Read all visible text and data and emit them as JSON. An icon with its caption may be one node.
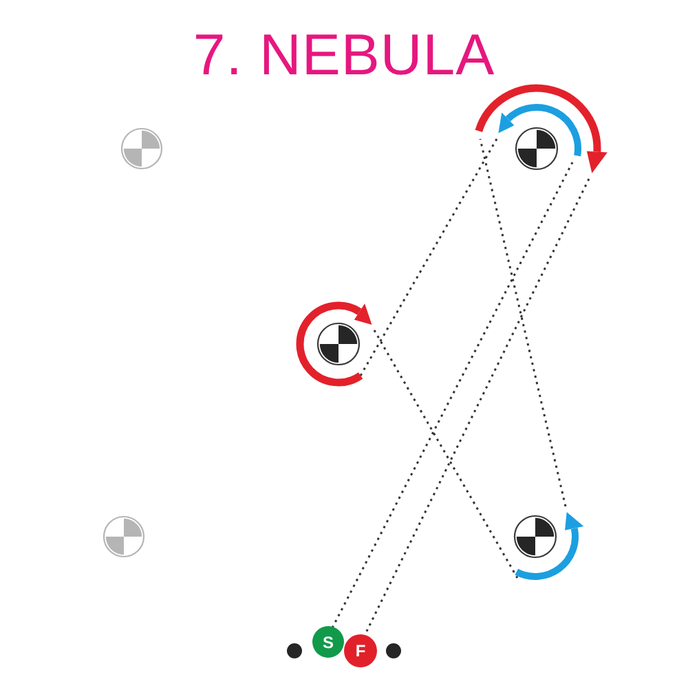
{
  "diagram": {
    "title": "7. NEBULA",
    "nodes": [
      {
        "text": [],
        "shape": "circle"
      },
      {
        "text": [],
        "shape": "circle"
      },
      {
        "text": [],
        "shape": "circle"
      },
      {
        "text": [],
        "shape": "circle"
      },
      {
        "text": [],
        "shape": "circle"
      },
      {
        "text": [],
        "shape": "circle"
      },
      {
        "text": [
          "S"
        ]
      },
      {
        "text": [
          "F"
        ]
      },
      {
        "text": [],
        "shape": "circle"
      }
    ],
    "edges": [
      {
        "from": 6,
        "to": 1,
        "arrow": "none",
        "style": "dashed"
      },
      {
        "from": 1,
        "to": 2,
        "arrow": "none",
        "style": "dashed"
      },
      {
        "from": 2,
        "to": 4,
        "arrow": "none",
        "style": "dashed"
      },
      {
        "from": 4,
        "to": 1,
        "arrow": "none",
        "style": "dashed"
      },
      {
        "from": 1,
        "to": 7,
        "arrow": "none",
        "style": "dashed"
      }
    ]
  }
}
